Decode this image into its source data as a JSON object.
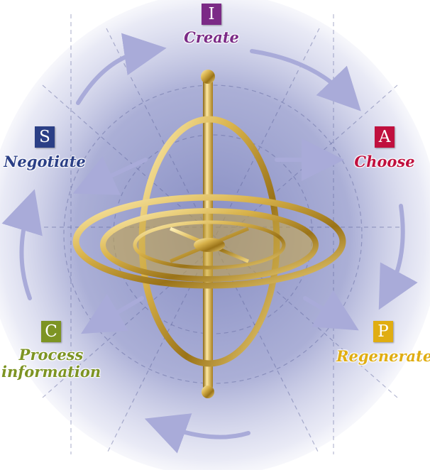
{
  "colors": {
    "create": "#7b2a86",
    "choose": "#c0103e",
    "regenerate": "#e0ad12",
    "process": "#7d9423",
    "negotiate": "#2b3f86",
    "background": "#8e93c4",
    "arrows": "#a9abd9",
    "gold": "#d7b24a"
  },
  "nodes": {
    "create": {
      "letter": "I",
      "label": "Create"
    },
    "choose": {
      "letter": "A",
      "label": "Choose"
    },
    "regenerate": {
      "letter": "P",
      "label": "Regenerate"
    },
    "process": {
      "letter": "C",
      "label_line1": "Process",
      "label_line2": "information"
    },
    "negotiate": {
      "letter": "S",
      "label": "Negotiate"
    }
  },
  "center_image": "gyroscope"
}
